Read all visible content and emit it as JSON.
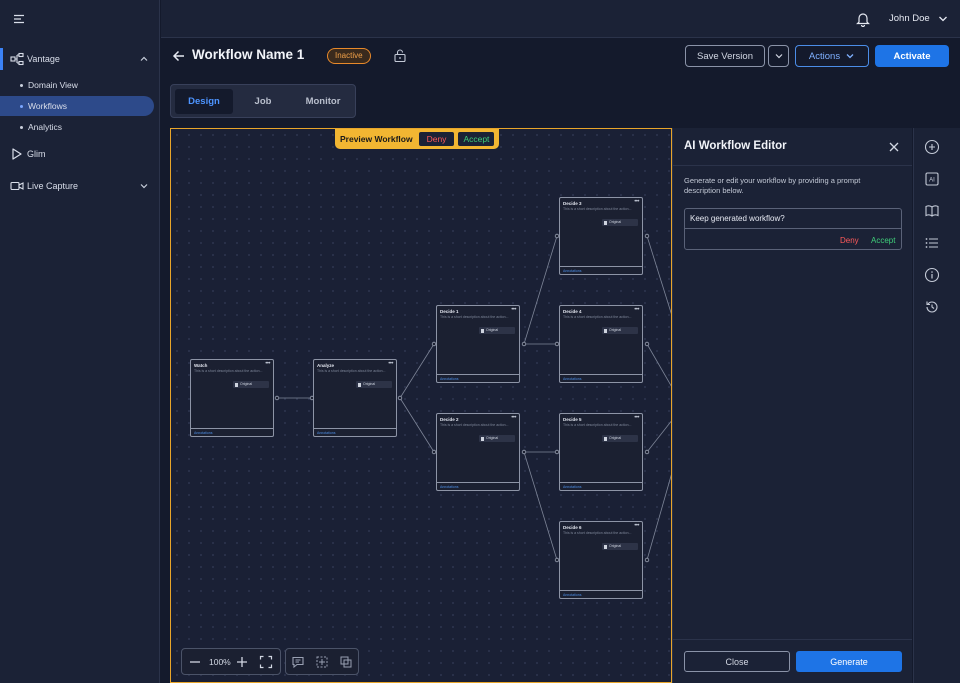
{
  "sidebar": {
    "items": [
      {
        "label": "Vantage",
        "icon": "hierarchy-icon"
      },
      {
        "label": "Glim",
        "icon": "play-icon"
      },
      {
        "label": "Live Capture",
        "icon": "video-camera-icon"
      }
    ],
    "sub_items": [
      {
        "label": "Domain View"
      },
      {
        "label": "Workflows"
      },
      {
        "label": "Analytics"
      }
    ]
  },
  "topbar": {
    "user_name": "John Doe"
  },
  "header": {
    "title": "Workflow Name 1",
    "status": "Inactive",
    "save_version": "Save Version",
    "actions": "Actions",
    "activate": "Activate"
  },
  "tabs": [
    {
      "label": "Design"
    },
    {
      "label": "Job"
    },
    {
      "label": "Monitor"
    }
  ],
  "preview": {
    "title": "Preview Workflow",
    "deny": "Deny",
    "accept": "Accept"
  },
  "nodes": [
    {
      "title": "Watch",
      "desc": "This is a short description about the action...",
      "tag": "Original",
      "footer": "Annotations"
    },
    {
      "title": "Analyze",
      "desc": "This is a short description about the action...",
      "tag": "Original",
      "footer": "Annotations"
    },
    {
      "title": "Decide 1",
      "desc": "This is a short description about the action...",
      "tag": "Original",
      "footer": "Annotations"
    },
    {
      "title": "Decide 2",
      "desc": "This is a short description about the action...",
      "tag": "Original",
      "footer": "Annotations"
    },
    {
      "title": "Decide 3",
      "desc": "This is a short description about the action...",
      "tag": "Original",
      "footer": "Annotations"
    },
    {
      "title": "Decide 4",
      "desc": "This is a short description about the action...",
      "tag": "Original",
      "footer": "Annotations"
    },
    {
      "title": "Decide 5",
      "desc": "This is a short description about the action...",
      "tag": "Original",
      "footer": "Annotations"
    },
    {
      "title": "Decide 6",
      "desc": "This is a short description about the action...",
      "tag": "Original",
      "footer": "Annotations"
    }
  ],
  "zoom": {
    "level": "100%"
  },
  "ai_editor": {
    "title": "AI Workflow Editor",
    "description": "Generate or edit your workflow by providing a prompt description below.",
    "question": "Keep generated workflow?",
    "deny": "Deny",
    "accept": "Accept",
    "close": "Close",
    "generate": "Generate"
  },
  "colors": {
    "accent": "#1e74e6",
    "preview_border": "#e8a52a",
    "status_inactive": "#e8892a",
    "deny": "#ff5a5a",
    "accept": "#3fcf7a"
  }
}
